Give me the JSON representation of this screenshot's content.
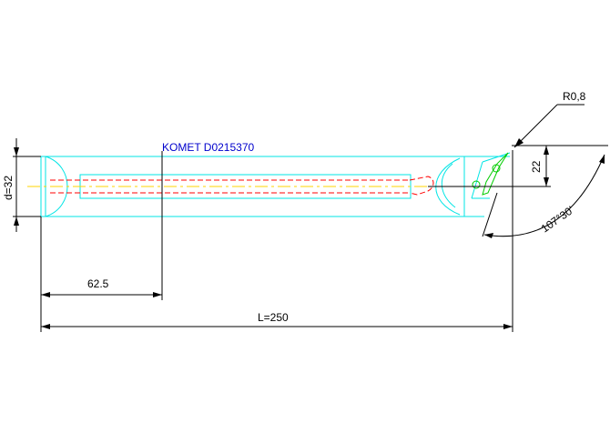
{
  "drawing": {
    "label": "KOMET D0215370",
    "diameter": "d=32",
    "length": "L=250",
    "offset": "62.5",
    "height": "22",
    "angle": "107°30'",
    "radius": "R0,8"
  },
  "colors": {
    "background": "#ffffff",
    "outline": "#00e5e5",
    "dimension": "#000000",
    "label": "#0000cc",
    "coolant": "#ff0000",
    "axis": "#ffd400",
    "insert": "#00cc00"
  }
}
